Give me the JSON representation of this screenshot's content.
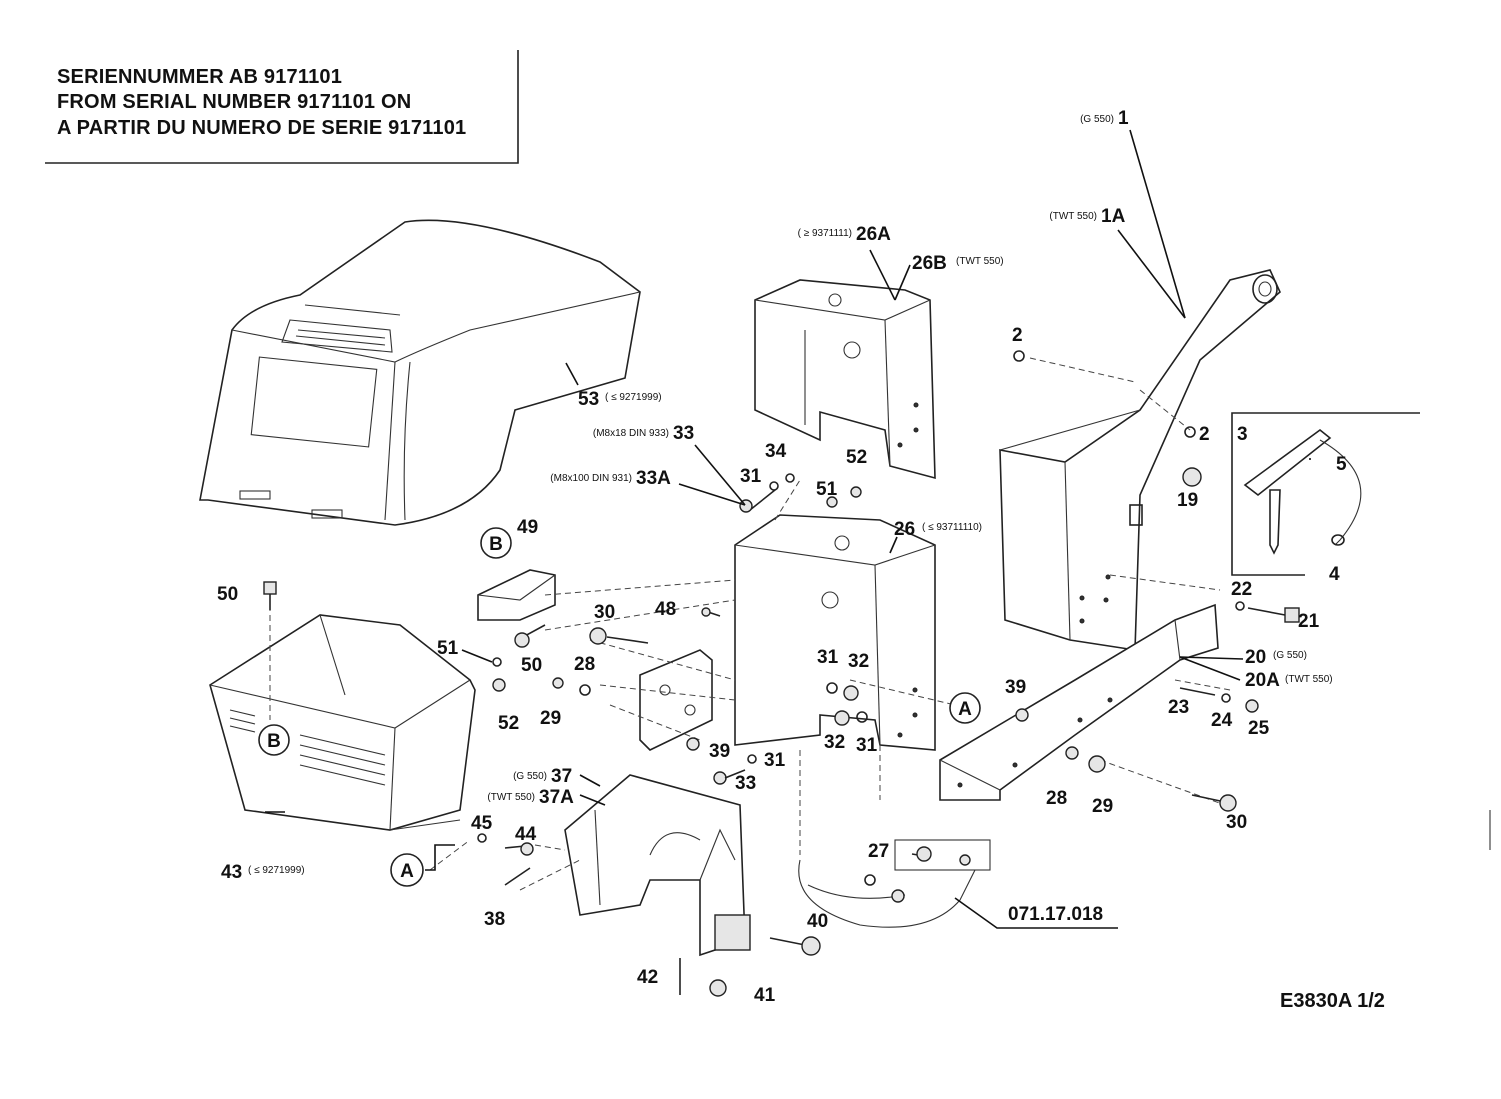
{
  "header": {
    "line1": "SERIENNUMMER AB 9171101",
    "line2": "FROM SERIAL NUMBER 9171101 ON",
    "line3": "A PARTIR DU NUMERO DE SERIE 9171101"
  },
  "drawing_code": "E3830A 1/2",
  "callouts": {
    "p1": "1",
    "p1_note": "(G 550)",
    "p1A": "1A",
    "p1A_note": "(TWT 550)",
    "p2a": "2",
    "p2b": "2",
    "p3": "3",
    "p4": "4",
    "p5": "5",
    "p19": "19",
    "p20": "20",
    "p20_note": "(G 550)",
    "p20A": "20A",
    "p20A_note": "(TWT 550)",
    "p21": "21",
    "p22": "22",
    "p23": "23",
    "p24": "24",
    "p25": "25",
    "p26": "26",
    "p26_note": "( ≤ 93711110)",
    "p26A": "26A",
    "p26A_note": "( ≥ 9371111)",
    "p26B": "26B",
    "p26B_note": "(TWT 550)",
    "p27": "27",
    "p28a": "28",
    "p28b": "28",
    "p29a": "29",
    "p29b": "29",
    "p30a": "30",
    "p30b": "30",
    "p31a": "31",
    "p31b": "31",
    "p31c": "31",
    "p31d": "31",
    "p32a": "32",
    "p32b": "32",
    "p33": "33",
    "p33_note": "(M8x18 DIN 933)",
    "p33A": "33A",
    "p33A_note": "(M8x100 DIN 931)",
    "p33b": "33",
    "p34": "34",
    "p37": "37",
    "p37_note": "(G 550)",
    "p37A": "37A",
    "p37A_note": "(TWT 550)",
    "p38": "38",
    "p39a": "39",
    "p39b": "39",
    "p40": "40",
    "p41": "41",
    "p42": "42",
    "p43": "43",
    "p43_note": "( ≤ 9271999)",
    "p44": "44",
    "p45": "45",
    "p48": "48",
    "p49": "49",
    "p50a": "50",
    "p50b": "50",
    "p51a": "51",
    "p51b": "51",
    "p52a": "52",
    "p52b": "52",
    "p53": "53",
    "p53_note": "( ≤ 9271999)",
    "assembly_ref": "071.17.018",
    "markerA": "A",
    "markerB": "B"
  }
}
